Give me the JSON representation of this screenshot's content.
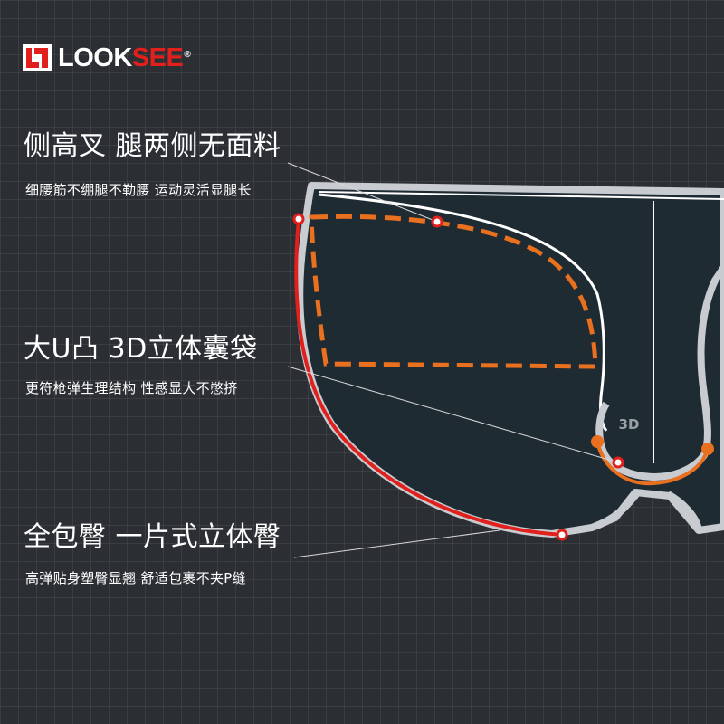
{
  "brand": {
    "logo_text_white": "LOOK",
    "logo_text_red": "SEE",
    "registered_mark": "®"
  },
  "features": [
    {
      "title": "侧高叉 腿两侧无面料",
      "desc": "细腰筋不绷腿不勒腰 运动灵活显腿长"
    },
    {
      "title": "大U凸 3D立体囊袋",
      "desc": "更符枪弹生理结构 性感显大不憋挤"
    },
    {
      "title": "全包臀 一片式立体臀",
      "desc": "高弹贴身塑臀显翘 舒适包裹不夹P缝"
    }
  ],
  "diagram": {
    "pouch_label": "3D"
  },
  "colors": {
    "background": "#2b2e33",
    "garment_fill": "#1f2b33",
    "outline": "#c8ccd1",
    "accent_orange": "#e8701e",
    "accent_red": "#e0201c"
  }
}
